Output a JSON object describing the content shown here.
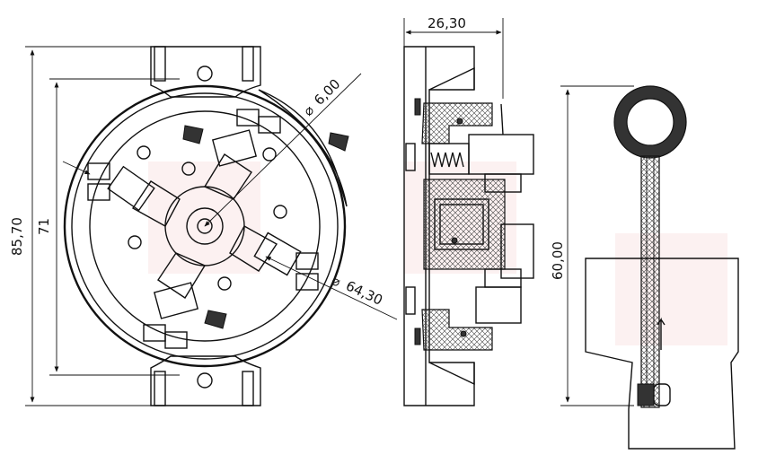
{
  "dimensions": {
    "front_height": "85,70",
    "front_inner": "71",
    "hole_diameter": "6,00",
    "outer_diameter": "64,30",
    "side_width": "26,30",
    "key_length": "60,00"
  },
  "colors": {
    "line": "#111111",
    "watermark": "#e8a3a3",
    "key_ring": "#333333"
  }
}
